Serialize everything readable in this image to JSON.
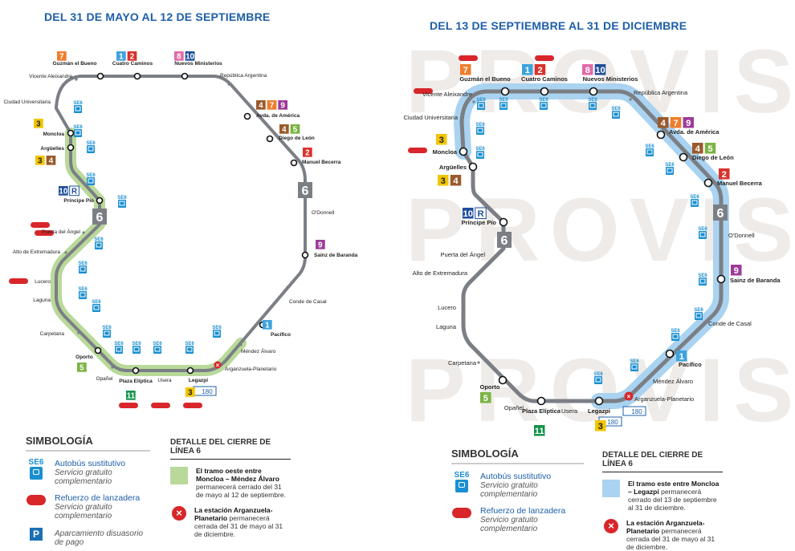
{
  "left": {
    "title": "DEL 31 DE MAYO AL 12 DE SEPTIEMBRE",
    "highlight_color": "#b9d99a",
    "legend": {
      "title": "SIMBOLOGÍA",
      "bus_code": "SE6",
      "bus_label": "Autobús sustitutivo",
      "bus_sub": "Servicio gratuito complementario",
      "shuttle_label": "Refuerzo de lanzadera",
      "shuttle_sub": "Servicio gratuito complementario",
      "parking_symbol": "P",
      "parking_label": "Aparcamiento disuasorio de pago",
      "detail_title": "DETALLE DEL CIERRE DE LÍNEA 6",
      "closure_bold": "El tramo oeste entre Moncloa – Méndez Álvaro",
      "closure_text": "permanecerá cerrado del 31 de mayo al 12 de septiembre.",
      "station_bold": "La estación Arganzuela-Planetario",
      "station_text": "permanecerá cerrada del 31 de mayo al 31 de diciembre."
    },
    "bus_tag": "180"
  },
  "right": {
    "title": "DEL 13 DE SEPTIEMBRE AL 31 DE DICIEMBRE",
    "highlight_color": "#a9d3f0",
    "watermark": "PROVISIONAL",
    "legend": {
      "title": "SIMBOLOGÍA",
      "bus_code": "SE6",
      "bus_label": "Autobús sustitutivo",
      "bus_sub": "Servicio gratuito complementario",
      "shuttle_label": "Refuerzo de lanzadera",
      "shuttle_sub": "Servicio gratuito complementario",
      "detail_title": "DETALLE DEL CIERRE DE LÍNEA 6",
      "closure_bold": "El tramo este entre Moncloa – Legazpi",
      "closure_text": "permanecerá cerrado del 13 de septiembre al 31 de diciembre.",
      "station_bold": "La estación Arganzuela-Planetario",
      "station_text": "permanecerá cerrada del 31 de mayo al 31 de diciembre."
    },
    "bus_tag": "180"
  },
  "line_badge": "6",
  "bus_code": "SE6",
  "line_colors": {
    "1": "#3ea3dc",
    "2": "#d8322b",
    "3": "#f2c500",
    "4": "#9a5a2c",
    "5": "#7cb342",
    "6": "#7b7f85",
    "7": "#ef7d2d",
    "8": "#e16aa8",
    "9": "#9c3c98",
    "10": "#1f4e9b",
    "11": "#14934a",
    "R": "#1f4e9b"
  },
  "stations": [
    {
      "name": "Moncloa",
      "lines": [
        "3"
      ],
      "major": true
    },
    {
      "name": "Ciudad Universitaria",
      "lines": [],
      "major": false
    },
    {
      "name": "Vicente Aleixandre",
      "lines": [],
      "major": false
    },
    {
      "name": "Guzmán el Bueno",
      "lines": [
        "7"
      ],
      "major": true
    },
    {
      "name": "Cuatro Caminos",
      "lines": [
        "1",
        "2"
      ],
      "major": true
    },
    {
      "name": "Nuevos Ministerios",
      "lines": [
        "8",
        "10"
      ],
      "major": true
    },
    {
      "name": "República Argentina",
      "lines": [],
      "major": false
    },
    {
      "name": "Avda. de América",
      "lines": [
        "4",
        "7",
        "9"
      ],
      "major": true
    },
    {
      "name": "Diego de León",
      "lines": [
        "4",
        "5"
      ],
      "major": true
    },
    {
      "name": "Manuel Becerra",
      "lines": [
        "2"
      ],
      "major": true
    },
    {
      "name": "O'Donnell",
      "lines": [],
      "major": false
    },
    {
      "name": "Sainz de Baranda",
      "lines": [
        "9"
      ],
      "major": true
    },
    {
      "name": "Conde de Casal",
      "lines": [],
      "major": false
    },
    {
      "name": "Pacífico",
      "lines": [
        "1"
      ],
      "major": true
    },
    {
      "name": "Méndez Álvaro",
      "lines": [],
      "major": false
    },
    {
      "name": "Arganzuela-Planetario",
      "lines": [],
      "major": false,
      "closed": true
    },
    {
      "name": "Legazpi",
      "lines": [
        "3"
      ],
      "major": true
    },
    {
      "name": "Usera",
      "lines": [],
      "major": false
    },
    {
      "name": "Plaza Elíptica",
      "lines": [
        "11"
      ],
      "major": true
    },
    {
      "name": "Opañel",
      "lines": [],
      "major": false
    },
    {
      "name": "Oporto",
      "lines": [
        "5"
      ],
      "major": true
    },
    {
      "name": "Carpetana",
      "lines": [],
      "major": false
    },
    {
      "name": "Laguna",
      "lines": [],
      "major": false
    },
    {
      "name": "Lucero",
      "lines": [],
      "major": false
    },
    {
      "name": "Alto de Extremadura",
      "lines": [],
      "major": false
    },
    {
      "name": "Puerta del Ángel",
      "lines": [],
      "major": false
    },
    {
      "name": "Príncipe Pío",
      "lines": [
        "10",
        "R"
      ],
      "major": true
    },
    {
      "name": "Argüelles",
      "lines": [
        "3",
        "4"
      ],
      "major": true
    }
  ]
}
